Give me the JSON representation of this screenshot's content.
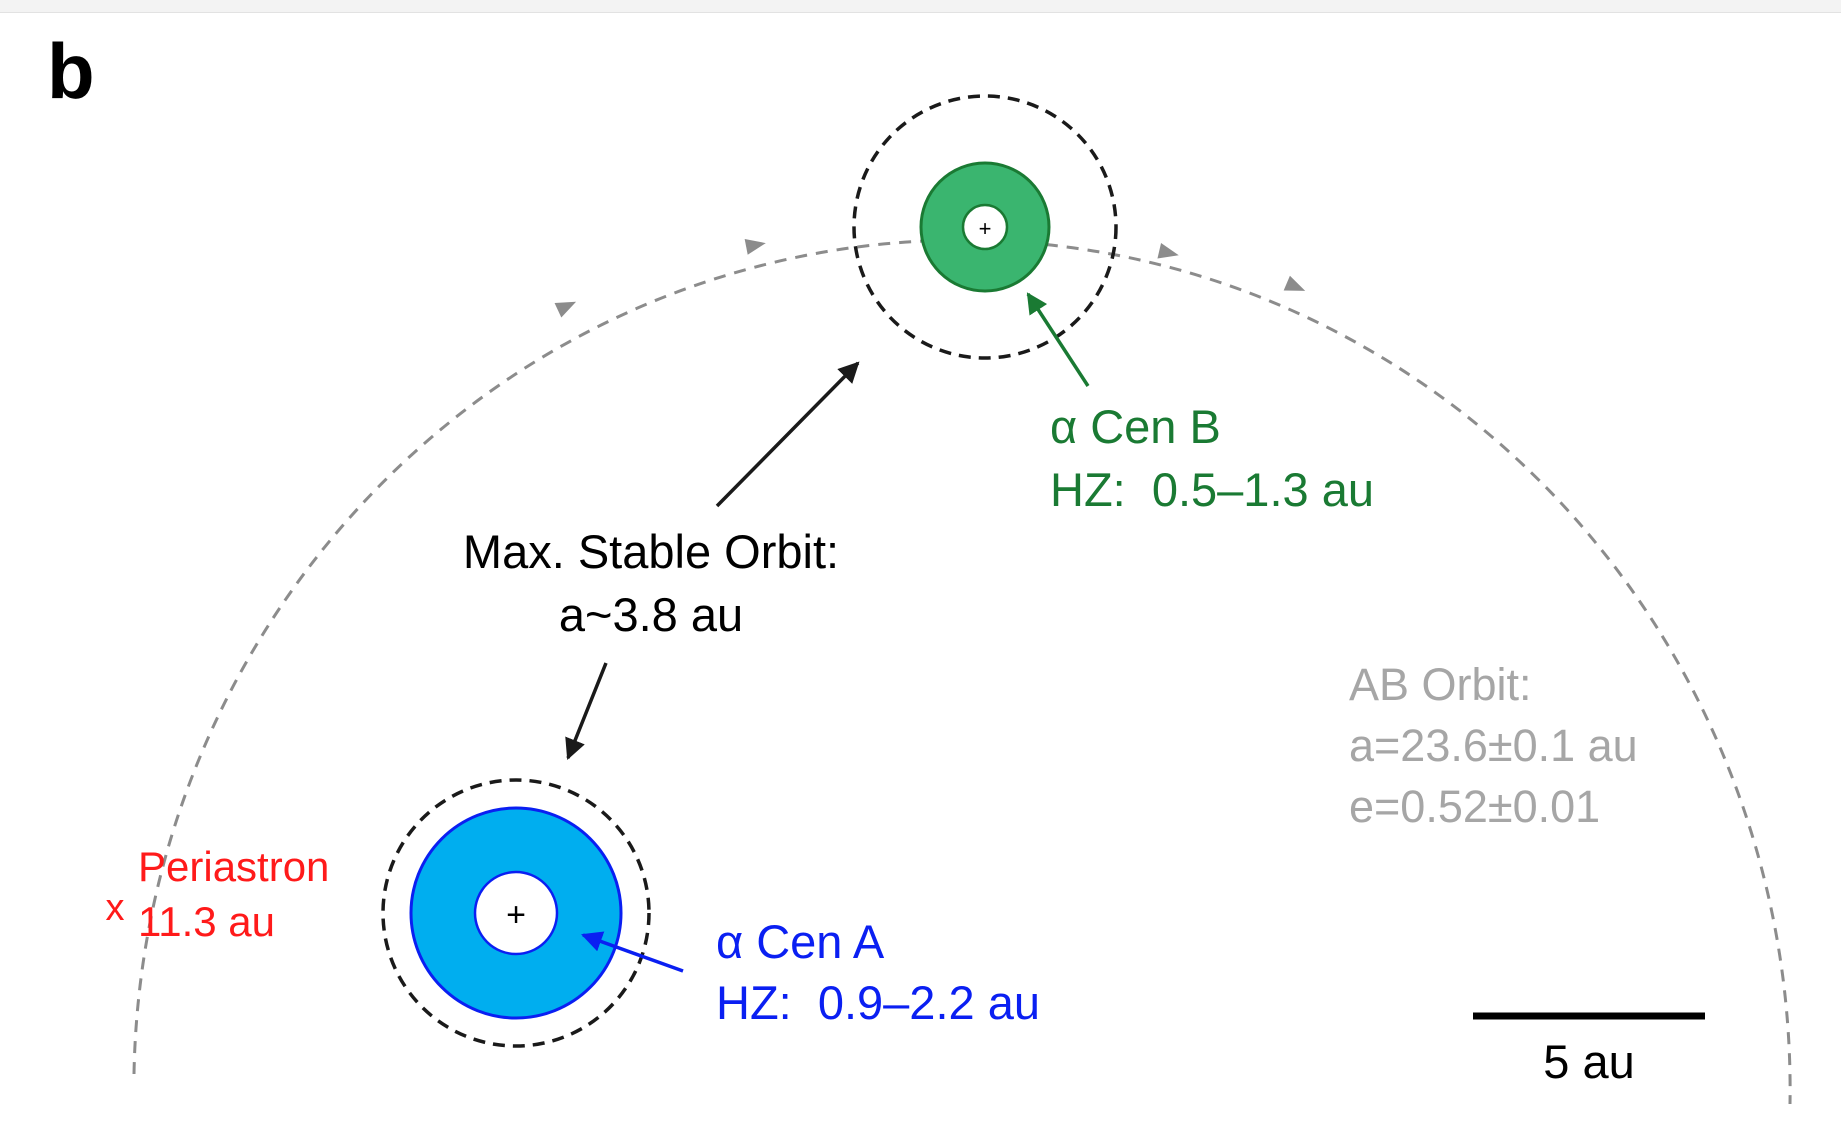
{
  "panel_label": "b",
  "colors": {
    "cen_a": "#0a1ff2",
    "cen_a_fill": "#00aeef",
    "cen_b": "#1a7a33",
    "cen_b_fill": "#3ab56f",
    "orbit": "#8c8c8c",
    "stable": "#1a1a1a",
    "periastron": "#ff1a1a",
    "orbit_text": "#a6a6a6"
  },
  "star_marker": "+",
  "max_stable_orbit": {
    "line1": "Max. Stable Orbit:",
    "line2": "a~3.8 au"
  },
  "cen_a": {
    "name": "α Cen A",
    "hz": "HZ:  0.9–2.2 au"
  },
  "cen_b": {
    "name": "α Cen B",
    "hz": "HZ:  0.5–1.3 au"
  },
  "periastron": {
    "marker": "x",
    "label": "Periastron",
    "distance": "11.3 au"
  },
  "ab_orbit": {
    "title": "AB Orbit:",
    "semi_major": "a=23.6±0.1 au",
    "eccentricity": "e=0.52±0.01"
  },
  "scale_bar": {
    "label": "5 au"
  }
}
